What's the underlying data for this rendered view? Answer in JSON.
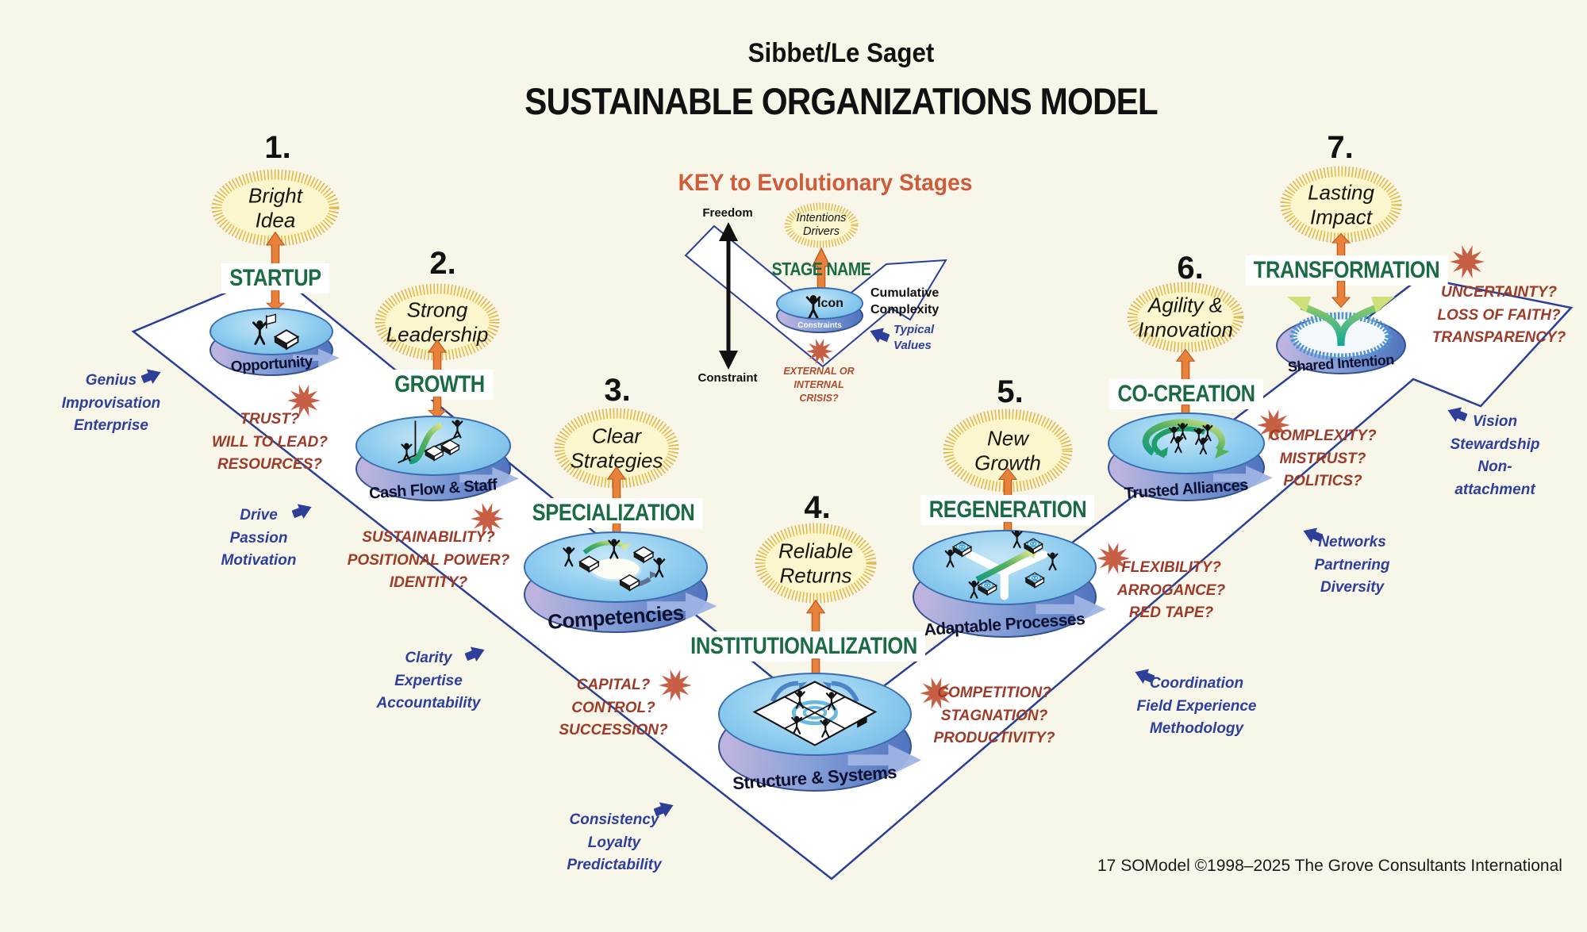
{
  "header": {
    "byline": "Sibbet/Le Saget",
    "title": "SUSTAINABLE ORGANIZATIONS MODEL"
  },
  "key": {
    "title": "KEY to Evolutionary Stages",
    "freedom": "Freedom",
    "constraint": "Constraint",
    "intentions": [
      "Intentions",
      "Drivers"
    ],
    "stage_name": "STAGE NAME",
    "icon_label": "Icon",
    "constraints_label": "Constraints",
    "cumulative": [
      "Cumulative",
      "Complexity"
    ],
    "typical_values": [
      "Typical",
      "Values"
    ],
    "crisis": [
      "EXTERNAL OR",
      "INTERNAL",
      "CRISIS?"
    ]
  },
  "stages": [
    {
      "number": "1.",
      "name": "STARTUP",
      "intention": [
        "Bright",
        "Idea"
      ],
      "foundation": "Opportunity",
      "crisis": [
        "TRUST?",
        "WILL TO LEAD?",
        "RESOURCES?"
      ],
      "values": [
        "Genius",
        "Improvisation",
        "Enterprise"
      ]
    },
    {
      "number": "2.",
      "name": "GROWTH",
      "intention": [
        "Strong",
        "Leadership"
      ],
      "foundation": "Cash Flow & Staff",
      "crisis": [
        "SUSTAINABILITY?",
        "POSITIONAL POWER?",
        "IDENTITY?"
      ],
      "values": [
        "Drive",
        "Passion",
        "Motivation"
      ]
    },
    {
      "number": "3.",
      "name": "SPECIALIZATION",
      "intention": [
        "Clear",
        "Strategies"
      ],
      "foundation": "Competencies",
      "crisis": [
        "CAPITAL?",
        "CONTROL?",
        "SUCCESSION?"
      ],
      "values": [
        "Clarity",
        "Expertise",
        "Accountability"
      ]
    },
    {
      "number": "4.",
      "name": "INSTITUTIONALIZATION",
      "intention": [
        "Reliable",
        "Returns"
      ],
      "foundation": "Structure & Systems",
      "crisis": [
        "COMPETITION?",
        "STAGNATION?",
        "PRODUCTIVITY?"
      ],
      "values": [
        "Consistency",
        "Loyalty",
        "Predictability"
      ]
    },
    {
      "number": "5.",
      "name": "REGENERATION",
      "intention": [
        "New",
        "Growth"
      ],
      "foundation": "Adaptable Processes",
      "crisis": [
        "FLEXIBILITY?",
        "ARROGANCE?",
        "RED TAPE?"
      ],
      "values": [
        "Coordination",
        "Field Experience",
        "Methodology"
      ]
    },
    {
      "number": "6.",
      "name": "CO-CREATION",
      "intention": [
        "Agility &",
        "Innovation"
      ],
      "foundation": "Trusted Alliances",
      "crisis": [
        "COMPLEXITY?",
        "MISTRUST?",
        "POLITICS?"
      ],
      "values": [
        "Networks",
        "Partnering",
        "Diversity"
      ]
    },
    {
      "number": "7.",
      "name": "TRANSFORMATION",
      "intention": [
        "Lasting",
        "Impact"
      ],
      "foundation": "Shared Intention",
      "crisis": [
        "UNCERTAINTY?",
        "LOSS OF FAITH?",
        "TRANSPARENCY?"
      ],
      "values": [
        "Vision",
        "Stewardship",
        "Non-attachment"
      ]
    }
  ],
  "footer": {
    "credit": "17 SOModel ©1998–2025 The Grove Consultants International"
  },
  "palette": {
    "background": "#F8F6E8",
    "band_outline": "#2B3F94",
    "stage_name_green": "#1A6B44",
    "arrow_orange": "#E8823B",
    "key_heading_orange": "#CE5B3C",
    "crisis_red": "#9D3B28",
    "starburst_red": "#C75F45",
    "values_blue": "#2E3F99",
    "oval_fill": "#FBF6CE",
    "oval_ring_gold": "#E2B94A",
    "disk_blue": "#8CCBEE"
  }
}
